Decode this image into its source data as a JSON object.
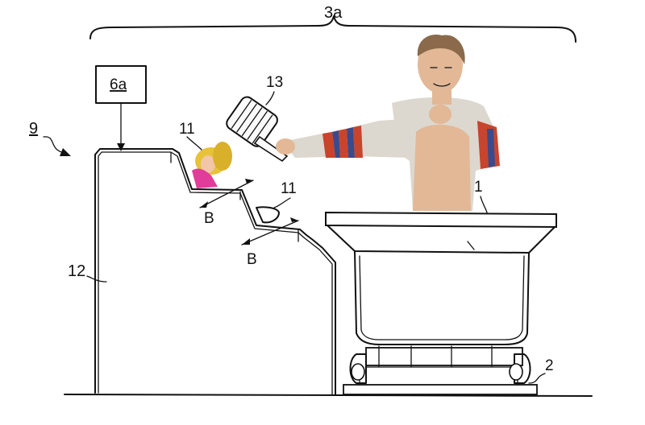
{
  "figure": {
    "ref_3a": "3a",
    "ref_6a": "6a",
    "ref_9": "9",
    "ref_11_upper": "11",
    "ref_11_lower": "11",
    "ref_13": "13",
    "ref_1": "1",
    "ref_2": "2",
    "ref_12": "12",
    "label_b_upper": "B",
    "label_b_lower": "B"
  },
  "colors": {
    "line": "#111111",
    "skin": "#e2b896",
    "shirt_light": "#dcd8cf",
    "sleeve_red": "#c8442c",
    "sleeve_blue": "#3a4a8c",
    "hair": "#8a6a4a",
    "doll_pink": "#e23c9a",
    "doll_hair": "#e8c23a"
  }
}
